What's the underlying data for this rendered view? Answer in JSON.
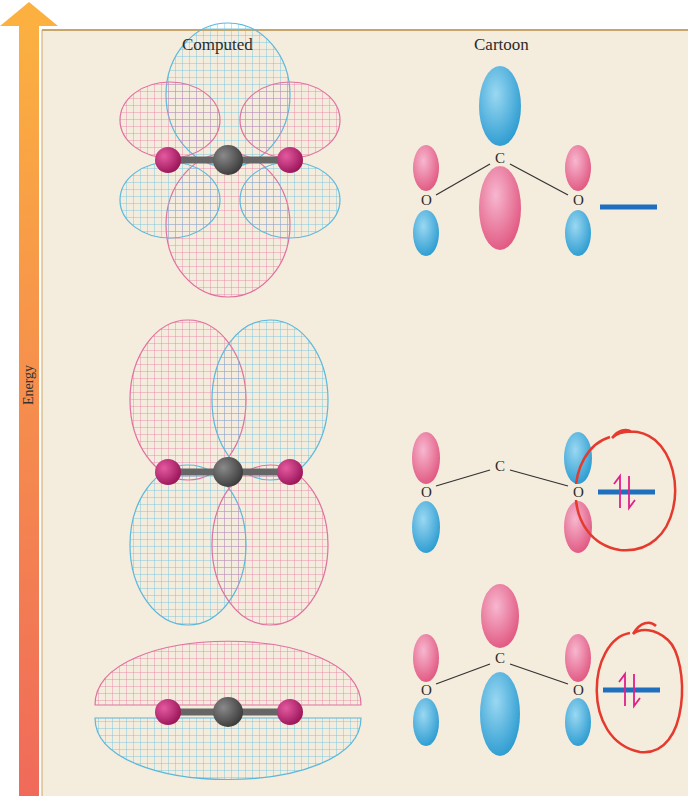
{
  "diagram": {
    "labels": [
      "Computed",
      "Cartoon",
      "O",
      "C",
      "O",
      "O",
      "C",
      "O",
      "O",
      "C",
      "O",
      "Energy"
    ]
  }
}
